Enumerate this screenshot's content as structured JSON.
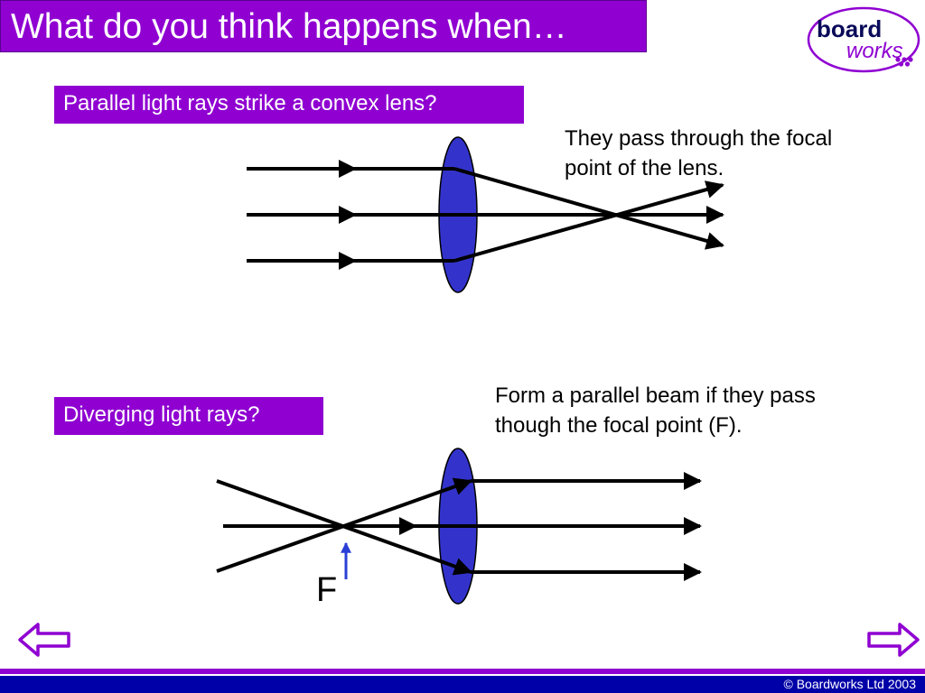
{
  "slide": {
    "title": "What do you think happens when…"
  },
  "logo": {
    "text_top": "board",
    "text_bottom": "works"
  },
  "section_convex": {
    "question": "Parallel light rays strike a convex lens?",
    "answer": "They pass through the focal point of the lens."
  },
  "section_diverging": {
    "question": "Diverging light rays?",
    "answer": "Form a parallel beam if they pass though the focal point (F).",
    "focal_label": "F"
  },
  "navigation": {
    "prev_icon": "left-arrow-icon",
    "next_icon": "right-arrow-icon"
  },
  "footer": {
    "copyright": "© Boardworks Ltd 2003"
  },
  "colors": {
    "accent_purple": "#8f00d1",
    "lens_blue": "#3333cc",
    "focal_arrow_blue": "#2a3fd6",
    "footer_blue": "#0000a8"
  }
}
